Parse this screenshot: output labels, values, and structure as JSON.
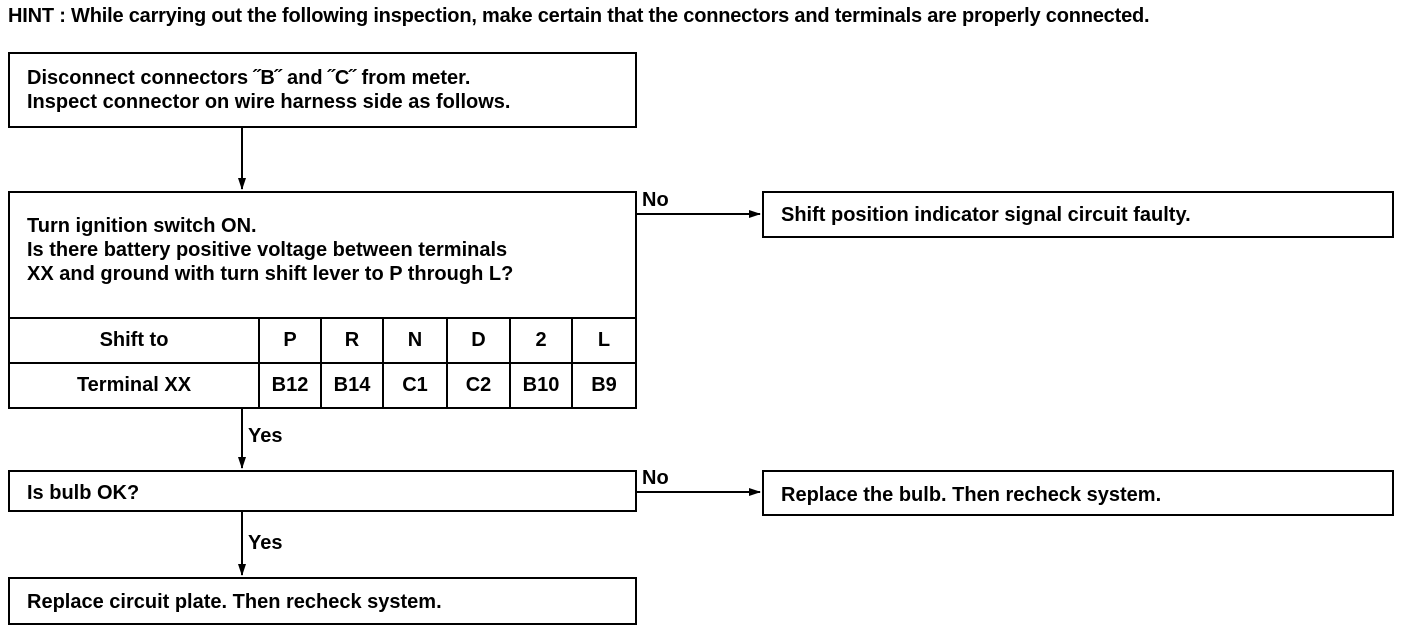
{
  "hint": "HINT : While carrying out the following inspection, make certain that the connectors and terminals are properly connected.",
  "step1": {
    "lines": [
      "Disconnect connectors ˝B˝  and ˝C˝  from meter.",
      "Inspect connector on wire harness side as follows."
    ]
  },
  "step2": {
    "lines": [
      "Turn ignition switch ON.",
      "Is there battery positive voltage between terminals",
      "XX and ground with turn shift lever to P through L?"
    ],
    "table": {
      "row1_label": "Shift to",
      "row2_label": "Terminal XX",
      "shift": [
        "P",
        "R",
        "N",
        "D",
        "2",
        "L"
      ],
      "terminal": [
        "B12",
        "B14",
        "C1",
        "C2",
        "B10",
        "B9"
      ]
    }
  },
  "step3": {
    "text": "Is bulb OK?"
  },
  "step4": {
    "text": "Replace circuit plate. Then recheck system."
  },
  "result1": {
    "text": "Shift position indicator signal circuit faulty."
  },
  "result2": {
    "text": "Replace the bulb. Then recheck system."
  },
  "labels": {
    "no1": "No",
    "no2": "No",
    "yes1": "Yes",
    "yes2": "Yes"
  }
}
